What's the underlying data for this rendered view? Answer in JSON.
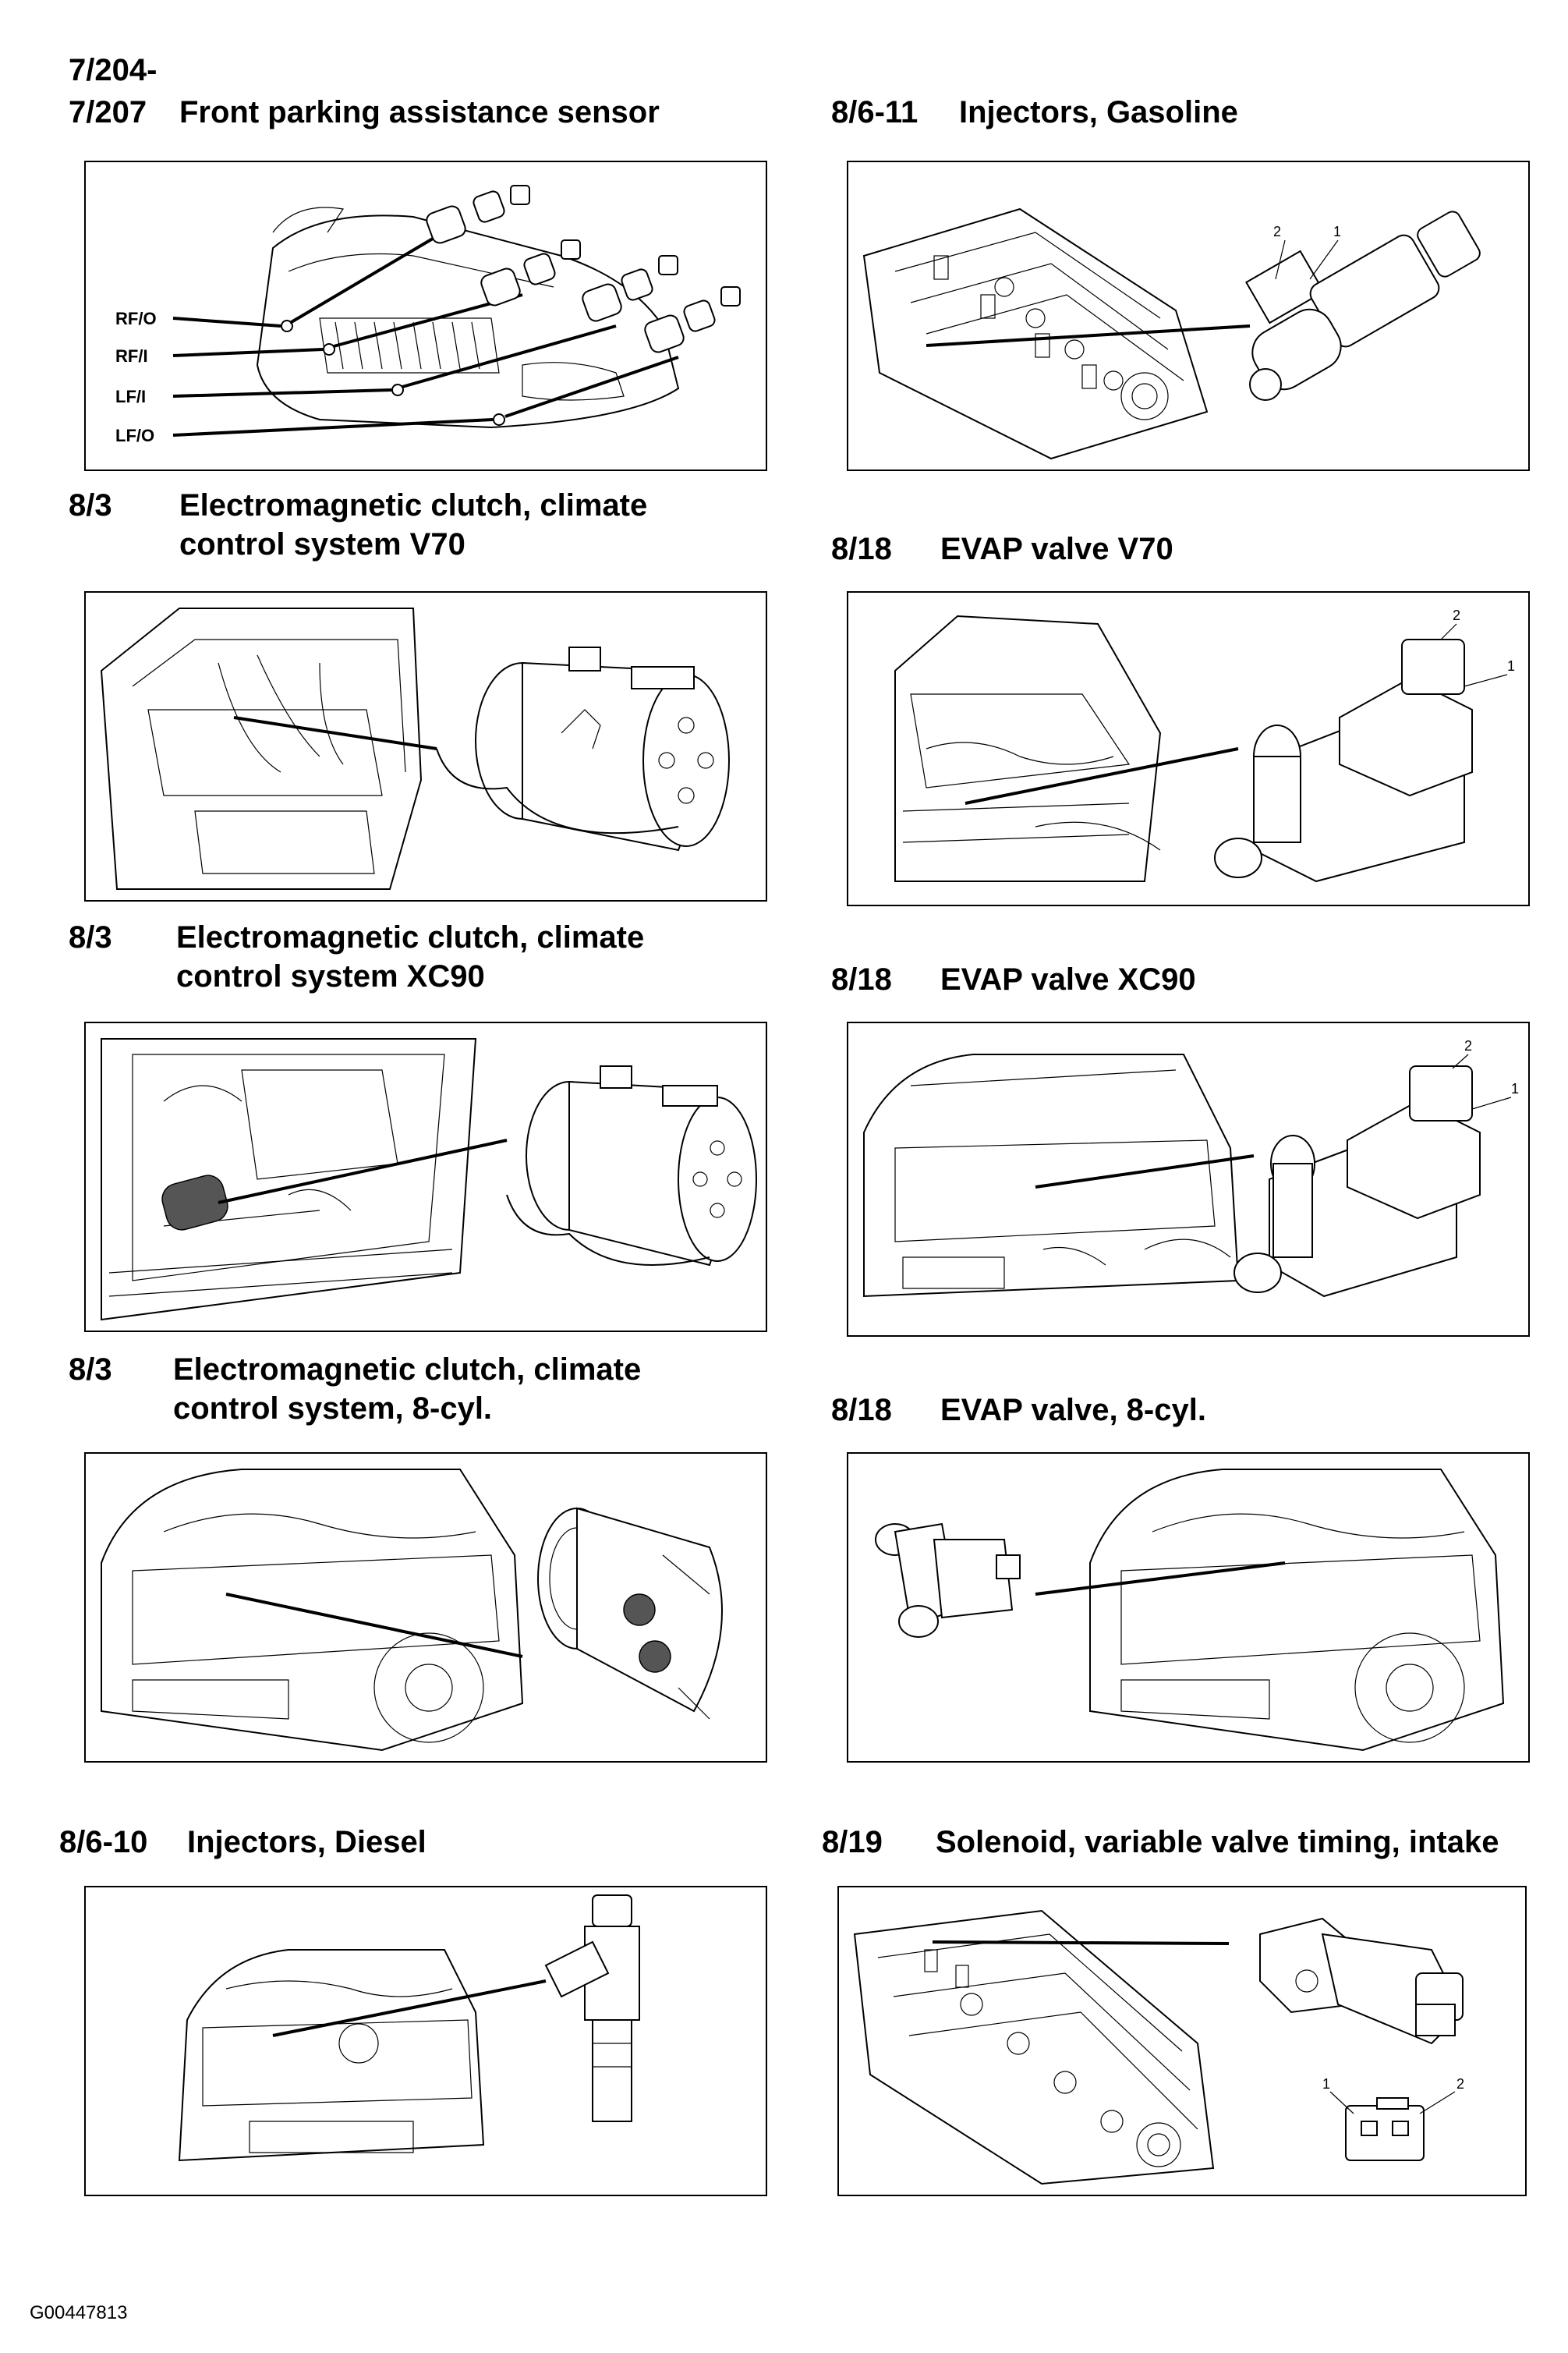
{
  "sections": [
    {
      "code_line1": "7/204-",
      "code": "7/207",
      "title": "Front parking assistance sensor",
      "labels": [
        "RF/O",
        "RF/I",
        "LF/I",
        "LF/O"
      ]
    },
    {
      "code": "8/6-11",
      "title": "Injectors, Gasoline",
      "callouts": [
        "2",
        "1"
      ]
    },
    {
      "code": "8/3",
      "title_line1": "Electromagnetic clutch, climate",
      "title_line2": "control system V70"
    },
    {
      "code": "8/18",
      "title": "EVAP valve V70",
      "callouts": [
        "2",
        "1"
      ]
    },
    {
      "code": "8/3",
      "title_line1": "Electromagnetic clutch, climate",
      "title_line2": "control system XC90"
    },
    {
      "code": "8/18",
      "title": "EVAP valve XC90",
      "callouts": [
        "2",
        "1"
      ]
    },
    {
      "code": "8/3",
      "title_line1": "Electromagnetic clutch, climate",
      "title_line2": "control system, 8-cyl."
    },
    {
      "code": "8/18",
      "title": "EVAP valve, 8-cyl."
    },
    {
      "code": "8/6-10",
      "title": "Injectors, Diesel"
    },
    {
      "code": "8/19",
      "title": "Solenoid, variable valve timing, intake",
      "callouts": [
        "1",
        "2"
      ]
    }
  ],
  "footer": {
    "figure_id": "G00447813"
  }
}
